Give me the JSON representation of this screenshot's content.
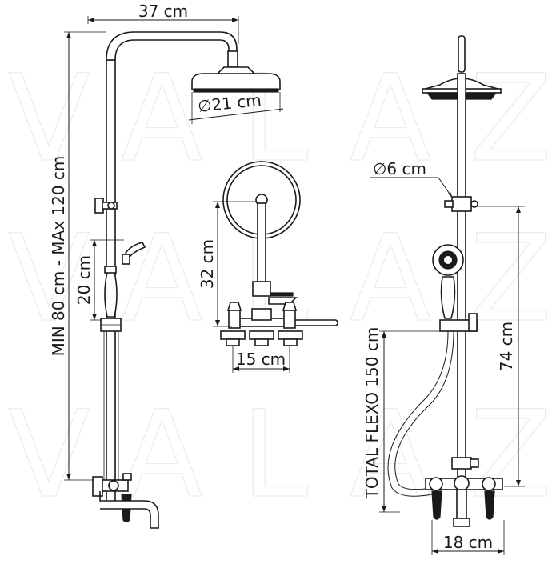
{
  "watermark": "VALAZ",
  "dimensions": {
    "head_arm_width": "37 cm",
    "head_diameter": "∅21 cm",
    "height_range": "MIN 80 cm - MAx 120 cm",
    "handshower_offset": "20 cm",
    "wall_mount_height": "32 cm",
    "mixer_spacing_front": "15 cm",
    "rod_diameter": "∅6 cm",
    "handshower_holder_height": "74 cm",
    "hose_length": "TOTAL FLEXO 150 cm",
    "mixer_spacing_right": "18 cm"
  }
}
